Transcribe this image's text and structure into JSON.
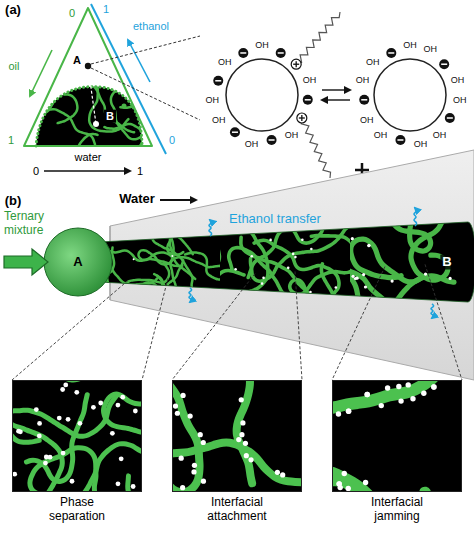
{
  "diagram": {
    "nodes": [
      {
        "text": [
          "Phase separation"
        ]
      },
      {
        "text": [
          "Interfacial attachment"
        ]
      },
      {
        "text": [
          "Interfacial jamming"
        ]
      }
    ],
    "labels": [
      "(a)",
      "oil",
      "0",
      "1",
      "ethanol",
      "1",
      "0",
      "0",
      "water",
      "1",
      "A",
      "B",
      "OH",
      "OH",
      "OH",
      "OH",
      "OH",
      "OH",
      "OH",
      "OH",
      "OH",
      "OH",
      "OH",
      "OH",
      "OH",
      "OH",
      "OH",
      "OH",
      "OH",
      "(b)",
      "Ternary mixture",
      "Water",
      "Ethanol transfer",
      "A",
      "B"
    ]
  }
}
